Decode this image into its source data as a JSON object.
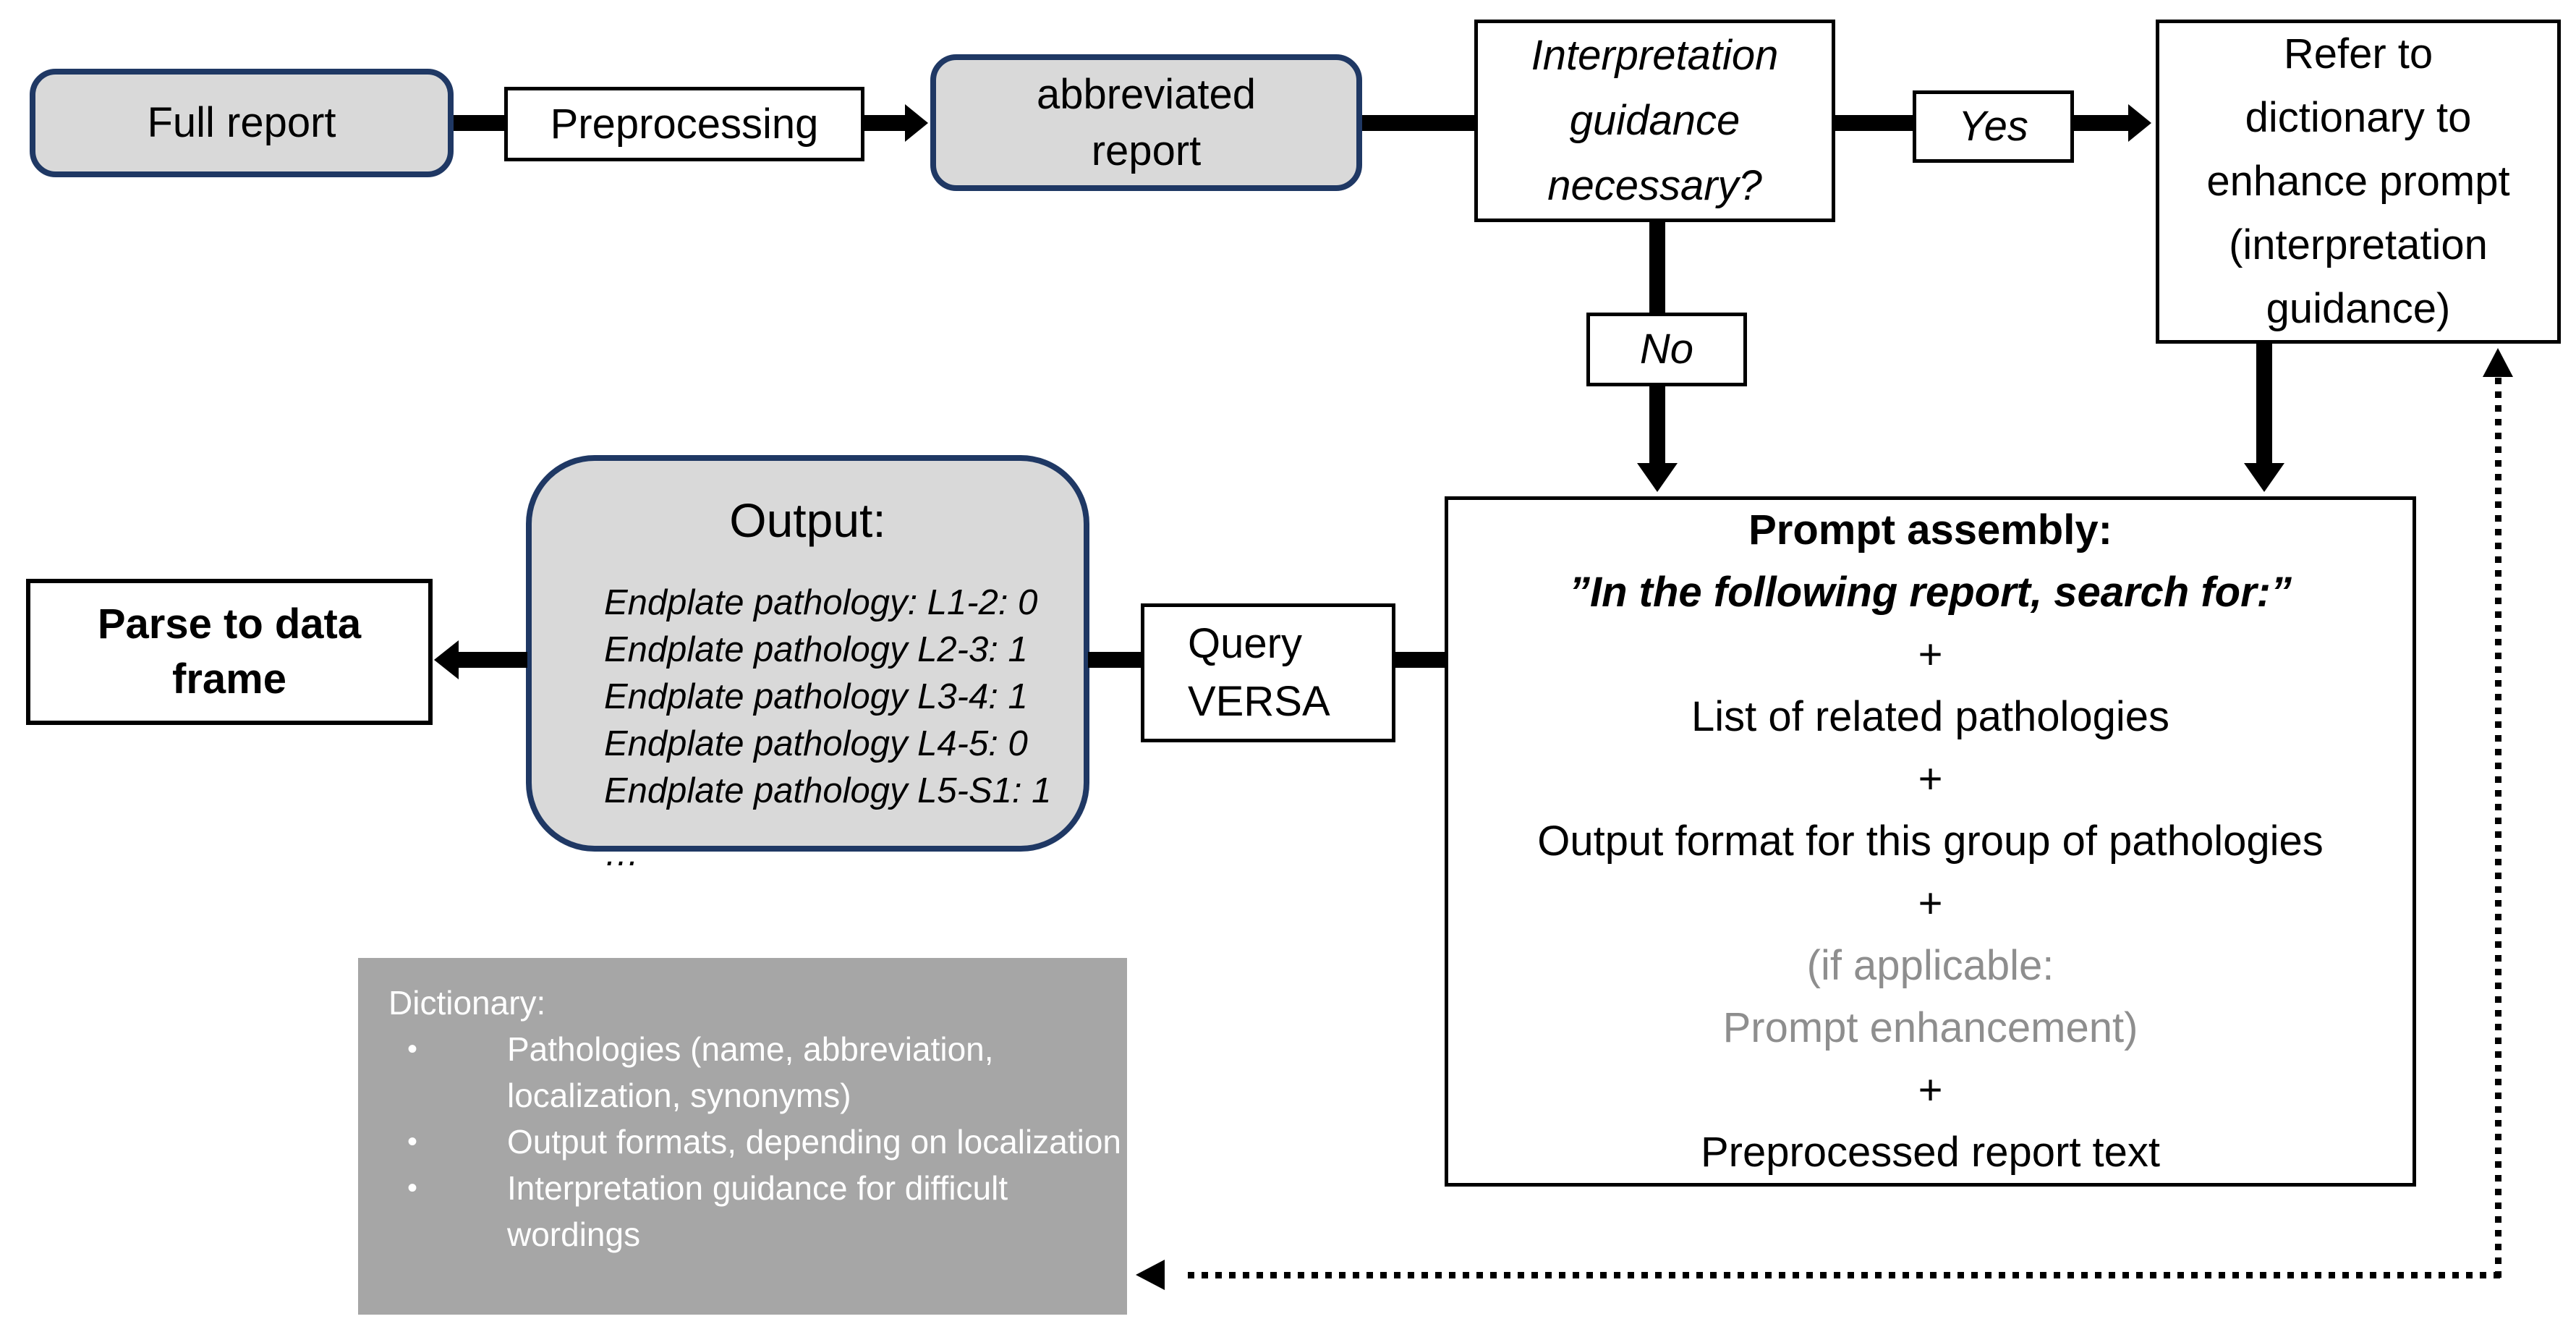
{
  "colors": {
    "node_fill_gray": "#d9d9d9",
    "node_border_navy": "#1f3864",
    "dictionary_fill": "#a6a6a6",
    "dictionary_text": "#ffffff",
    "muted_text": "#8e8e8e",
    "connector": "#000000",
    "background": "#ffffff"
  },
  "nodes": {
    "full_report": "Full report",
    "preprocessing": "Preprocessing",
    "abbreviated_report": "abbreviated report",
    "interpretation_question": "Interpretation guidance necessary?",
    "yes": "Yes",
    "no": "No",
    "refer": "Refer to dictionary to enhance prompt (interpretation guidance)",
    "query_versa": "Query VERSA",
    "parse": "Parse to data frame",
    "output": {
      "title": "Output:",
      "lines": [
        "Endplate pathology: L1-2: 0",
        "Endplate pathology L2-3: 1",
        "Endplate pathology L3-4: 1",
        "Endplate pathology L4-5: 0",
        "Endplate pathology L5-S1: 1",
        "…"
      ]
    },
    "prompt_assembly": {
      "title": "Prompt assembly:",
      "quote": "”In the following report, search for:”",
      "plus": "+",
      "list_pathologies": "List of related pathologies",
      "output_format": "Output format for this group of pathologies",
      "conditional_1": "(if applicable:",
      "conditional_2": "Prompt enhancement)",
      "report_text": "Preprocessed report text"
    },
    "dictionary": {
      "title": "Dictionary:",
      "bullet": "•",
      "items": [
        "Pathologies (name, abbreviation, localization, synonyms)",
        "Output formats, depending on localization",
        "Interpretation guidance for difficult wordings"
      ]
    }
  }
}
